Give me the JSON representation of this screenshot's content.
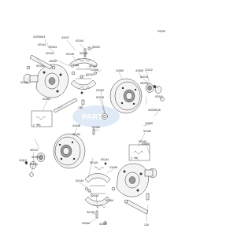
{
  "diagram_code": "F0039",
  "labels": {
    "l41039": "41039A/4",
    "l92144a": "92144",
    "l41047a": "41047",
    "l92144b": "92144",
    "l92002a": "92002",
    "l92043a": "92043",
    "l92144c": "92144",
    "l92145a": "92145",
    "l92145b": "92145",
    "l43050a": "43050",
    "l92144d": "92144",
    "l13168a": "13168",
    "l92150a": "92150",
    "l41060a": "41060",
    "l92144e": "92144",
    "l13168b": "13168",
    "l92144f": "92144",
    "l41059a": "41059",
    "l11012a": "11012",
    "l92210a": "92210",
    "l92200a": "92200",
    "l92041a": "92041",
    "l41060b": "41060",
    "l92152a": "92152",
    "l130a": "130",
    "l92210b": "92210",
    "box1": "(~ 95)",
    "l41039b": "41039C/8",
    "l41048": "41048",
    "l92152b": "92152",
    "l41060c": "41060",
    "box2": "(~ 95)",
    "l92150b": "92150",
    "l92152c": "92152",
    "l92144g": "92144",
    "l43050b": "43050",
    "l92210c": "92210",
    "l92200b": "92200",
    "l11012b": "11012",
    "l92041b": "92041",
    "l92145c": "92145",
    "l13168c": "13168",
    "l92144h": "92144",
    "l92144i": "92144",
    "l92144j": "92144",
    "l92002b": "92002",
    "l41047b": "41047",
    "l92145d": "92145",
    "l92144k": "92144",
    "l130b": "130"
  }
}
